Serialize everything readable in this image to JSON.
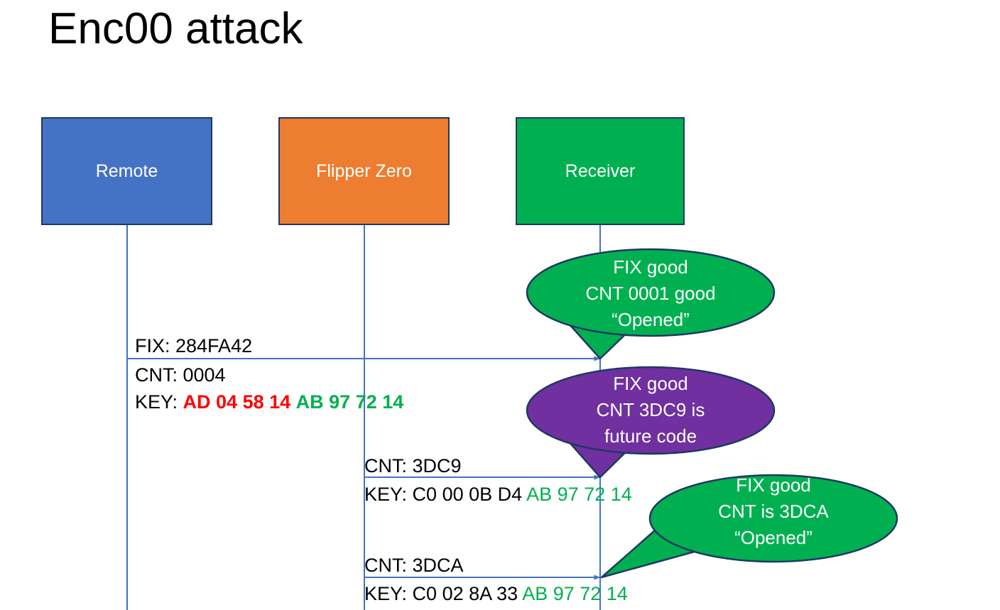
{
  "slide": {
    "title": "Enc00 attack",
    "background": "#ffffff"
  },
  "colors": {
    "remote_blue": "#4472C4",
    "flipper_orange": "#ED7D31",
    "receiver_green": "#00B050",
    "bubble_purple": "#7030A0",
    "box_border": "#1F3864",
    "lifeline_blue": "#4472C4",
    "key_red": "#FF0000",
    "key_green": "#00B050",
    "text_black": "#000000",
    "text_white": "#ffffff"
  },
  "actors": [
    {
      "id": "remote",
      "label": "Remote",
      "fill": "#4472C4"
    },
    {
      "id": "flipper",
      "label": "Flipper Zero",
      "fill": "#ED7D31"
    },
    {
      "id": "receiver",
      "label": "Receiver",
      "fill": "#00B050"
    }
  ],
  "messages": [
    {
      "id": "msg-1",
      "from": "remote",
      "to": "receiver",
      "fix": "FIX: 284FA42",
      "cnt": "CNT: 0004",
      "key_prefix": "KEY: ",
      "key_part1": "AD 04 58 14",
      "key_part2": "AB 97 72 14",
      "key_part1_color": "#FF0000",
      "key_part2_color": "#00B050"
    },
    {
      "id": "msg-2",
      "from": "flipper",
      "to": "receiver",
      "cnt": "CNT: 3DC9",
      "key_prefix": "KEY: ",
      "key_part1": "C0 00 0B D4",
      "key_part2": "AB 97 72 14",
      "key_part1_color": "#000000",
      "key_part2_color": "#00B050"
    },
    {
      "id": "msg-3",
      "from": "flipper",
      "to": "receiver",
      "cnt": "CNT: 3DCA",
      "key_prefix": "KEY: ",
      "key_part1": "C0 02 8A 33",
      "key_part2": "AB 97 72 14",
      "key_part1_color": "#000000",
      "key_part2_color": "#00B050"
    }
  ],
  "callouts": [
    {
      "id": "callout-1",
      "fill": "#00B050",
      "line1": "FIX good",
      "line2": "CNT 0001 good",
      "line3": "“Opened”"
    },
    {
      "id": "callout-2",
      "fill": "#7030A0",
      "line1": "FIX good",
      "line2": "CNT 3DC9 is",
      "line3": "future code"
    },
    {
      "id": "callout-3",
      "fill": "#00B050",
      "line1": "FIX good",
      "line2": "CNT is 3DCA",
      "line3": "“Opened”"
    }
  ]
}
